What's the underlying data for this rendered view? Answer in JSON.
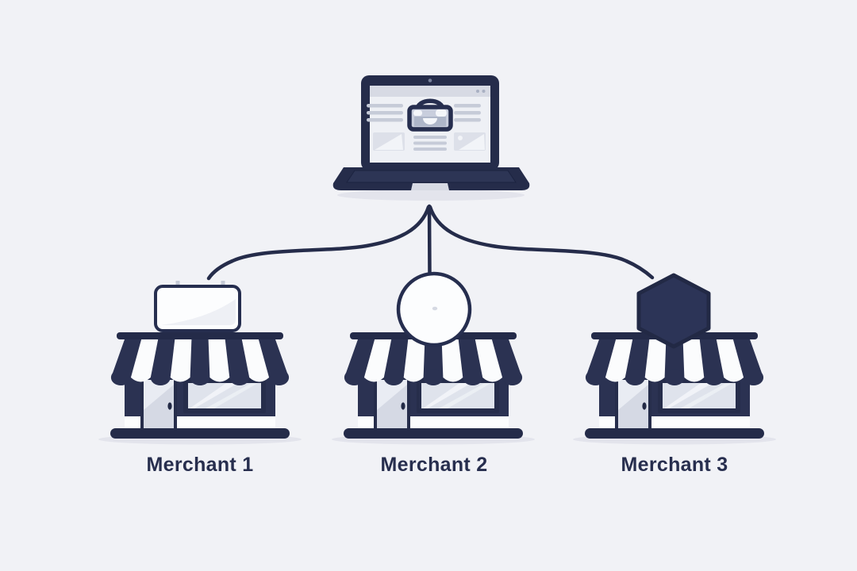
{
  "diagram": {
    "type": "hub-and-spoke",
    "hub": {
      "name": "online-store-laptop",
      "icon": "laptop-with-shopping-bag"
    },
    "merchants": [
      {
        "label": "Merchant 1",
        "sign_shape": "rounded-rectangle"
      },
      {
        "label": "Merchant 2",
        "sign_shape": "circle"
      },
      {
        "label": "Merchant 3",
        "sign_shape": "hexagon"
      }
    ],
    "connections": [
      {
        "from": "online-store-laptop",
        "to": "Merchant 1"
      },
      {
        "from": "online-store-laptop",
        "to": "Merchant 2"
      },
      {
        "from": "online-store-laptop",
        "to": "Merchant 3"
      }
    ],
    "colors": {
      "background": "#f1f2f6",
      "navy": "#2b3252",
      "outline": "#262e4f",
      "panel_gray": "#d6dae4",
      "screen_gray": "#eef0f5",
      "white": "#fcfdfe",
      "shadow": "#e3e4ec",
      "label_text": "#272e4e"
    }
  }
}
